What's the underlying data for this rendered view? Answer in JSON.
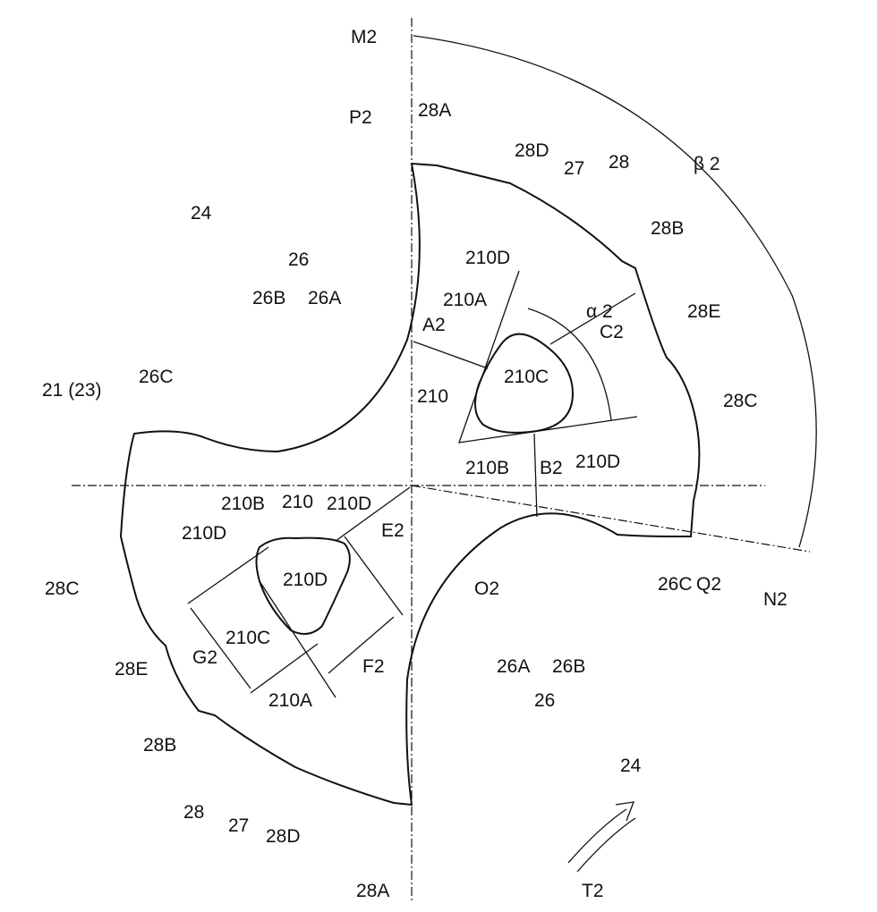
{
  "figure": {
    "labels": {
      "M2": "M2",
      "P2": "P2",
      "28A_top": "28A",
      "28D_top": "28D",
      "27_top": "27",
      "28_top": "28",
      "beta2": "β 2",
      "24_top": "24",
      "26_top": "26",
      "26B_top": "26B",
      "26A_top": "26A",
      "28B_right": "28B",
      "210D_a": "210D",
      "210A_top": "210A",
      "alpha2": "α 2",
      "28E_right": "28E",
      "C2": "C2",
      "A2": "A2",
      "210C_top": "210C",
      "21_23": "21 (23)",
      "26C_left": "26C",
      "210_top": "210",
      "28C_right": "28C",
      "210B_top": "210B",
      "B2": "B2",
      "210D_b": "210D",
      "210B_low": "210B",
      "210_low": "210",
      "210D_c": "210D",
      "210D_d": "210D",
      "E2": "E2",
      "210D_e": "210D",
      "O2": "O2",
      "28C_left": "28C",
      "26C_right": "26C",
      "Q2": "Q2",
      "N2": "N2",
      "G2": "G2",
      "210C_low": "210C",
      "F2": "F2",
      "26A_low": "26A",
      "26B_low": "26B",
      "28E_left": "28E",
      "210A_low": "210A",
      "26_low": "26",
      "28B_left": "28B",
      "24_low": "24",
      "28_low": "28",
      "27_low": "27",
      "28D_low": "28D",
      "28A_low": "28A",
      "T2": "T2"
    }
  }
}
